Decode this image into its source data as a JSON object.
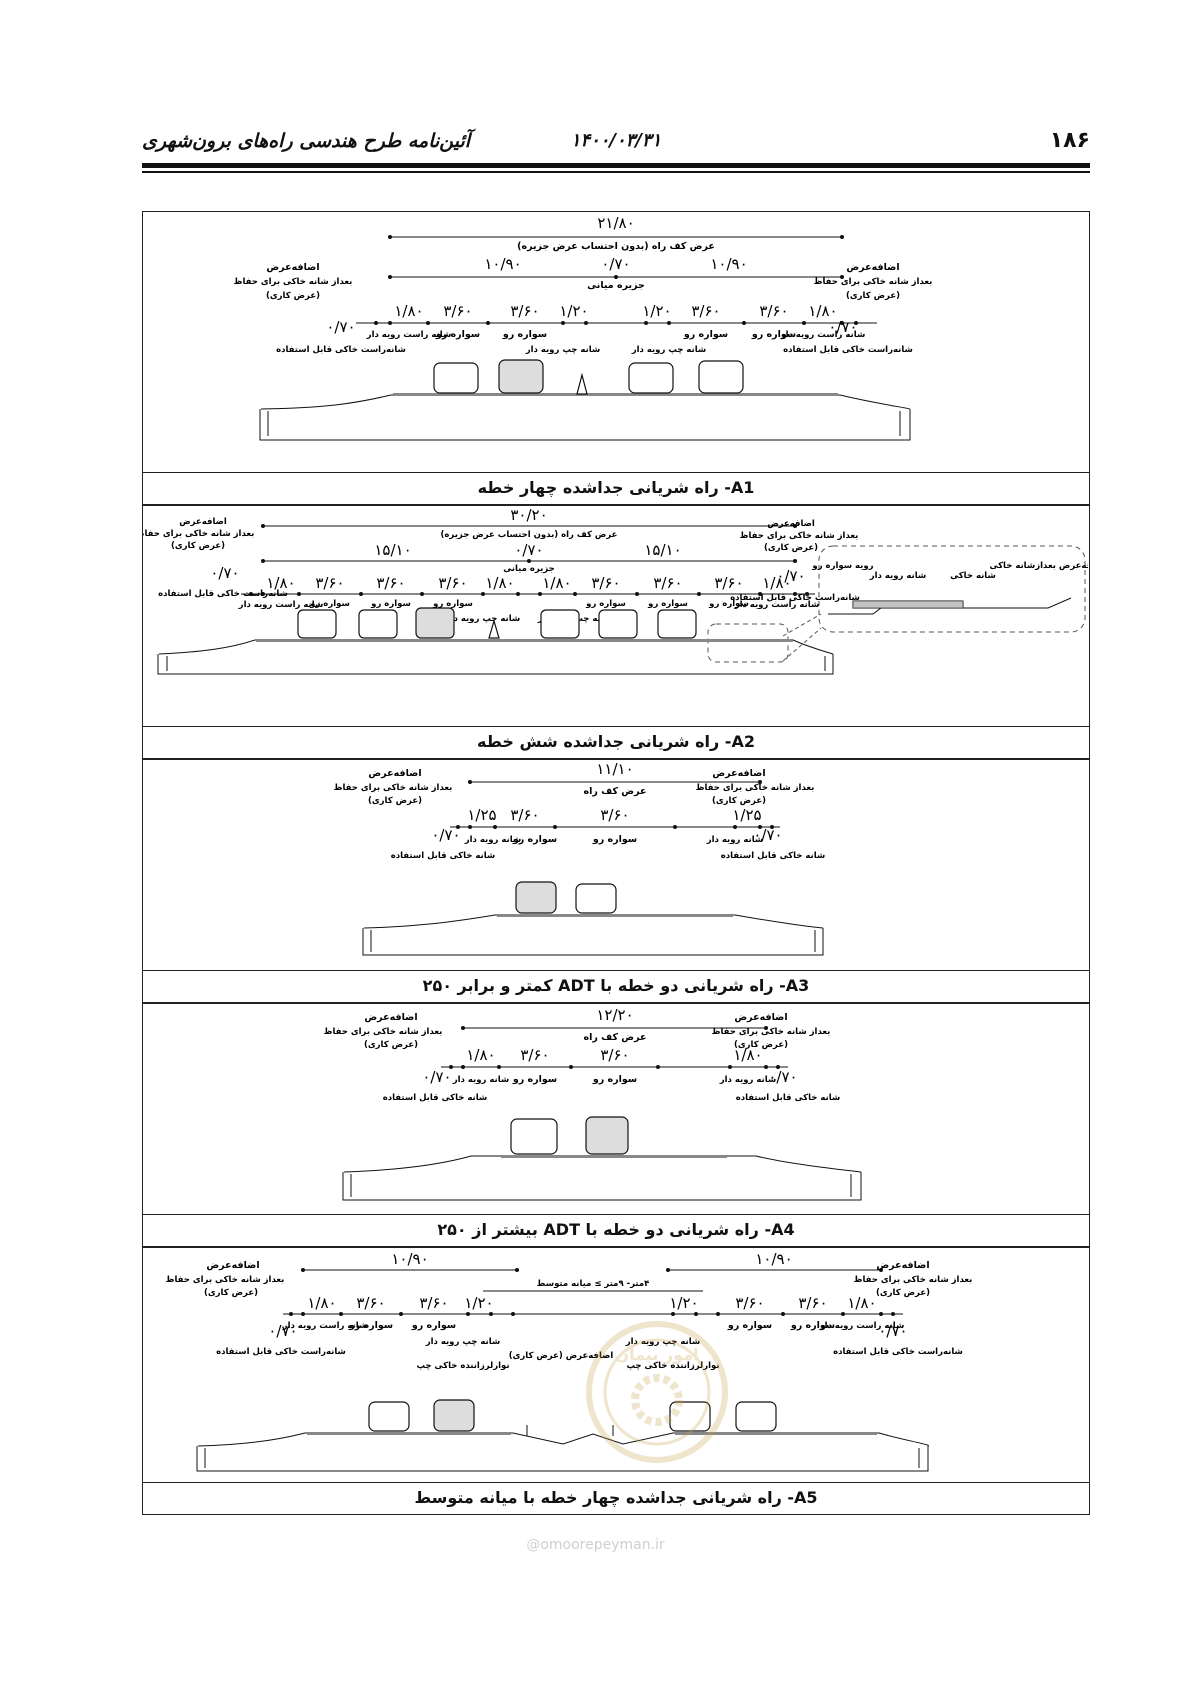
{
  "header": {
    "page_number": "۱۸۶",
    "date": "۱۴۰۰/۰۳/۳۱",
    "book_title": "آئین‌نامه طرح هندسی راه‌های برون‌شهری"
  },
  "labels": {
    "pavement_width_no_median": "عرض کف راه (بدون احتساب عرض جزیره)",
    "pavement_width": "عرض کف راه",
    "median": "جزیره میانی",
    "extra_width": "اضافه‌عرض",
    "after_soil_shoulder": "بعداز شانه خاکی برای حفاظ",
    "working_width": "(عرض کاری)",
    "paved_right_shoulder": "شانه راست رویه دار",
    "paved_left_shoulder": "شانه چپ رویه دار",
    "paved_shoulder": "شانه رویه دار",
    "travel_lane": "سواره رو",
    "soil_right_shoulder": "شانه‌راست خاکی قابل استفاده",
    "soil_shoulder": "شانه خاکی قابل استفاده",
    "medium_median_range": "۴متر- ۹متر ≥ میانه متوسط",
    "median_extra_width": "اضافه‌عرض (عرض کاری)",
    "left_soil_rumble": "نوارلرزاننده خاکی چپ"
  },
  "detail_labels": {
    "pavement": "رویه سواره رو",
    "paved_shoulder": "شانه رویه دار",
    "soil_shoulder": "شانه خاکی",
    "extra_width_detail": "اضافه‌عرض بعدازشانه خاکی"
  },
  "dims": {
    "a1_total": "۲۱/۸۰",
    "a1_half": "۱۰/۹۰",
    "median_w": "۰/۷۰",
    "outer_sh": "۱/۸۰",
    "lane": "۳/۶۰",
    "inner_sh": "۱/۲۰",
    "soil_sh": "۰/۷۰",
    "a2_total": "۳۰/۲۰",
    "a2_half": "۱۵/۱۰",
    "a3_total": "۱۱/۱۰",
    "a3_sh": "۱/۲۵",
    "a4_total": "۱۲/۲۰",
    "a5_half": "۱۰/۹۰"
  },
  "captions": {
    "a1": "A1- راه شریانی جداشده چهار خطه",
    "a2": "A2- راه شریانی جداشده شش خطه",
    "a3": "A3- راه شریانی دو خطه با ADT کمتر و برابر ۲۵۰",
    "a4": "A4- راه شریانی دو خطه با ADT بیشتر از ۲۵۰",
    "a5": "A5- راه شریانی جداشده چهار خطه با میانه متوسط"
  },
  "watermark": {
    "url": "@omoorepeyman.ir",
    "seal_text": "امور پیمان"
  },
  "colors": {
    "ink": "#111111",
    "frame": "#222222",
    "watermark": "#c9a24a"
  }
}
